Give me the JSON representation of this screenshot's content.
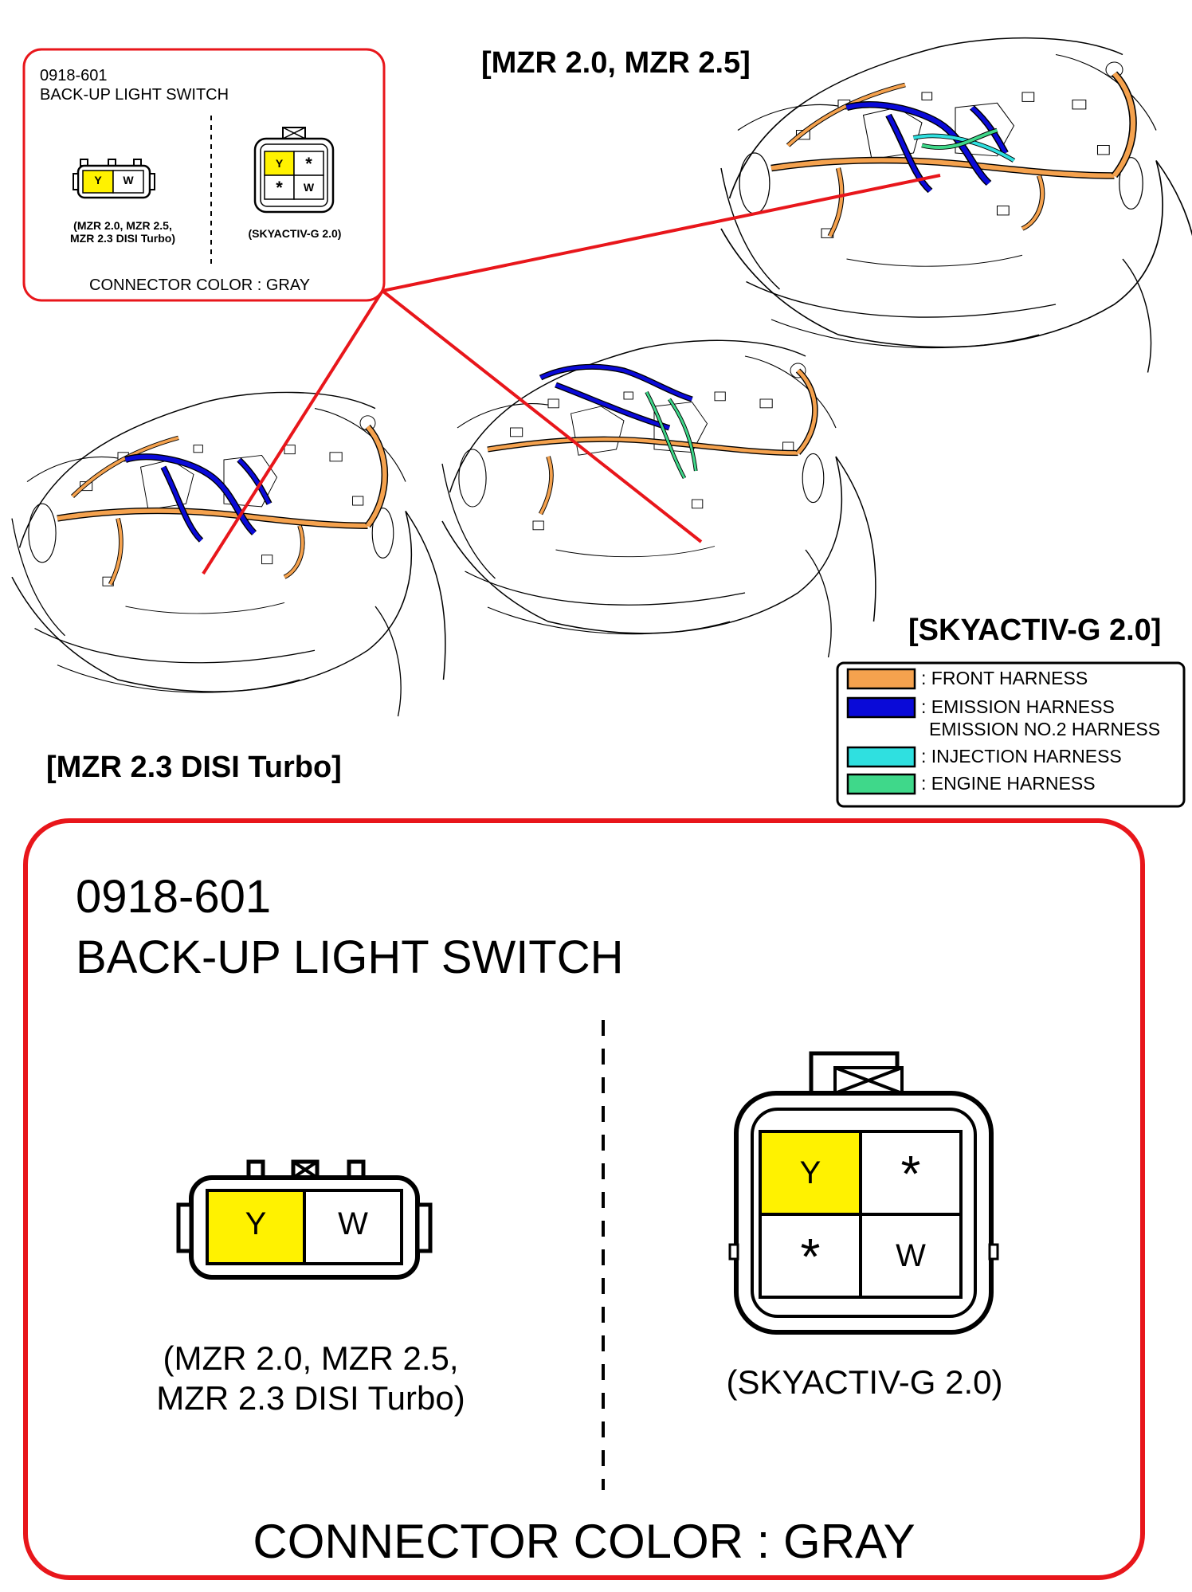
{
  "variants": {
    "mzr_20_25": "[MZR 2.0, MZR 2.5]",
    "mzr_23_turbo": "[MZR 2.3 DISI Turbo]",
    "skyactiv": "[SKYACTIV-G 2.0]"
  },
  "connector": {
    "code": "0918-601",
    "name": "BACK-UP LIGHT SWITCH",
    "color_note": "CONNECTOR COLOR : GRAY",
    "left_caption_line1": "(MZR 2.0, MZR 2.5,",
    "left_caption_line2": "MZR 2.3 DISI Turbo)",
    "right_caption": "(SKYACTIV-G 2.0)",
    "left_pins": [
      "Y",
      "W"
    ],
    "right_pins": [
      "Y",
      "*",
      "*",
      "W"
    ]
  },
  "legend": [
    {
      "label": ": FRONT HARNESS",
      "color": "#F5A24E"
    },
    {
      "label": ": EMISSION HARNESS",
      "label2": "EMISSION NO.2 HARNESS",
      "color": "#0A0AD8"
    },
    {
      "label": ": INJECTION HARNESS",
      "color": "#2FE0E0"
    },
    {
      "label": ": ENGINE HARNESS",
      "color": "#3FD88A"
    }
  ],
  "colors": {
    "callout_red": "#E8161B",
    "pin_yellow": "#FFF200",
    "front": "#F5A24E",
    "emission": "#0A0AD8",
    "injection": "#2FE0E0",
    "engine": "#3FD88A"
  }
}
